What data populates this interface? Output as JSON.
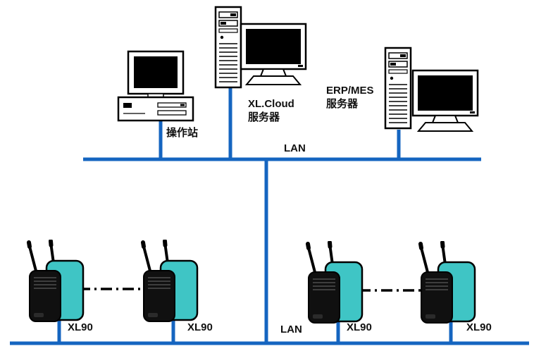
{
  "colors": {
    "lan_blue": "#1565c0",
    "device_teal": "#3fc5c5",
    "line_black": "#000000"
  },
  "labels": {
    "top_lan": "LAN",
    "bottom_lan": "LAN",
    "workstation": "操作站",
    "cloud_server": [
      "XL.Cloud",
      "服务器"
    ],
    "erp_server": [
      "ERP/MES",
      "服务器"
    ]
  },
  "devices": [
    {
      "label": "XL90"
    },
    {
      "label": "XL90"
    },
    {
      "label": "XL90"
    },
    {
      "label": "XL90"
    }
  ]
}
